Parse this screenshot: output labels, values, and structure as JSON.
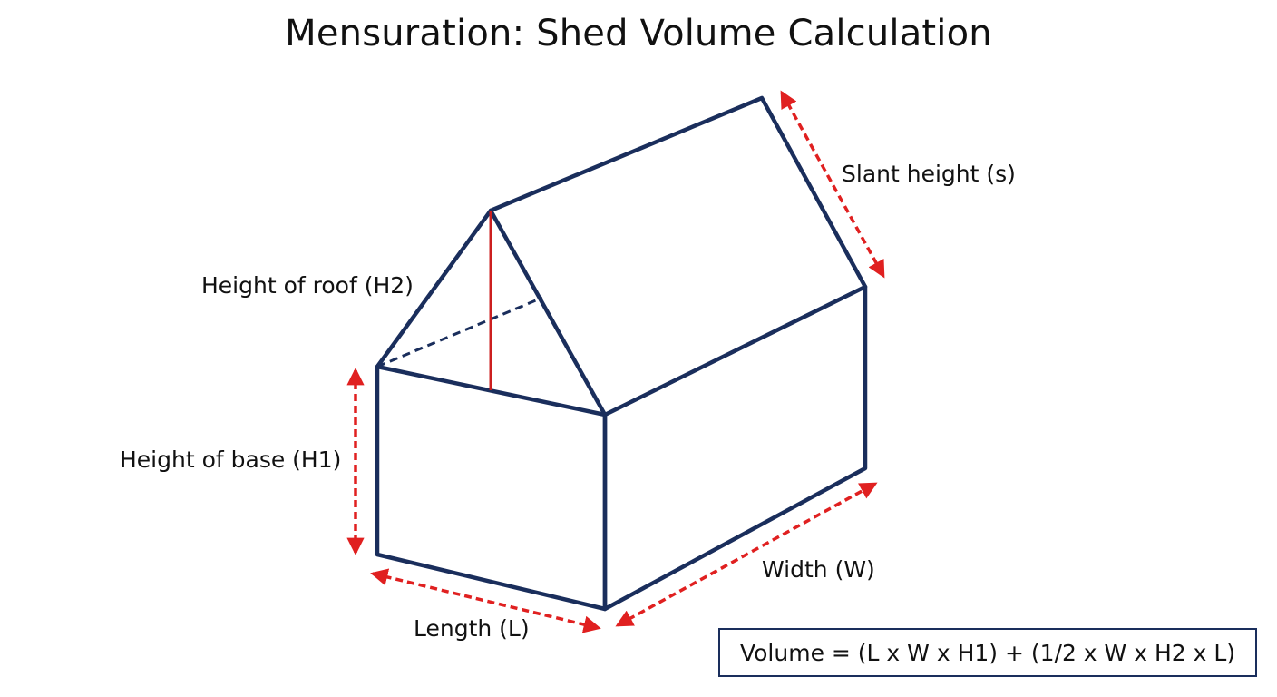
{
  "title": "Mensuration: Shed Volume Calculation",
  "labels": {
    "slant_height": "Slant height (s)",
    "roof_height": "Height of roof (H2)",
    "base_height": "Height of base (H1)",
    "width": "Width (W)",
    "length": "Length (L)"
  },
  "formula": "Volume = (L x W x H1) + (1/2 x W x H2 x L)",
  "colors": {
    "outline": "#1a2e5c",
    "dimension_arrow": "#e02020",
    "roof_height_line": "#cc1f1f",
    "text": "#111111"
  }
}
